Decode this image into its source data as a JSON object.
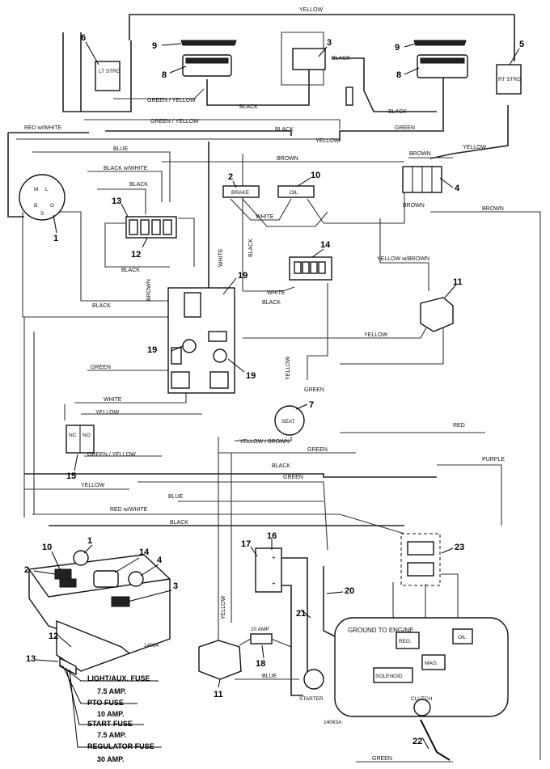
{
  "wires": {
    "yellow_top": "YELLOW",
    "black_sw3": "BLACK",
    "green_yellow_1": "GREEN / YELLOW",
    "black_1": "BLACK",
    "black_2": "BLACK",
    "green_yellow_2": "GREEN / YELLOW",
    "green_1": "GREEN",
    "red_white_1": "RED w/WHITE",
    "black_3": "BLACK",
    "yellow_1": "YELLOW",
    "yellow_2": "YELLOW",
    "blue_1": "BLUE",
    "brown_1": "BROWN",
    "brown_2": "BROWN",
    "black_white": "BLACK w/WHITE",
    "brown_3": "BROWN",
    "brown_4": "BROWN",
    "black_4": "BLACK",
    "white_1": "WHITE",
    "black_5": "BLACK",
    "white_2": "WHITE",
    "black_6": "BLACK",
    "yellow_brown_1": "YELLOW w/BROWN",
    "brown_5": "BROWN",
    "black_7": "BLACK",
    "white_3": "WHITE",
    "black_8": "BLACK",
    "yellow_3": "YELLOW",
    "yellow_4": "YELLOW",
    "green_2": "GREEN",
    "green_3": "GREEN",
    "white_4": "WHITE",
    "yellow_5": "YELLOW",
    "yellow_brown_2": "YELLOW / BROWN",
    "green_4": "GREEN",
    "green_yellow_3": "GREEN / YELLOW",
    "red_1": "RED",
    "purple_1": "PURPLE",
    "black_9": "BLACK",
    "green_5": "GREEN",
    "yellow_6": "YELLOW",
    "blue_2": "BLUE",
    "red_white_2": "RED w/WHITE",
    "black_10": "BLACK",
    "yellow_7": "YELLOW",
    "blue_3": "BLUE",
    "green_6": "GREEN"
  },
  "components": {
    "sw6_text": "LT STRG",
    "sw5_text": "RT STRG",
    "brake_text": "BRAKE",
    "oil_text": "OIL",
    "seat_text": "SEAT",
    "starter_text": "STARTER",
    "ground_text": "GROUND TO ENGINE",
    "reg_text": "REG.",
    "mag_text": "MAG.",
    "oil2_text": "OIL",
    "solenoid_text": "SOLENOID",
    "clutch_text": "CLUTCH",
    "fuse_amp_text": "20 AMP",
    "nc_text": "NC",
    "no_text": "NO",
    "sw1_pins": [
      "M",
      "L",
      "B",
      "G",
      "S"
    ]
  },
  "callouts": {
    "n1": "1",
    "n2": "2",
    "n3": "3",
    "n4": "4",
    "n5": "5",
    "n6": "6",
    "n7": "7",
    "n8a": "8",
    "n8b": "8",
    "n9a": "9",
    "n9b": "9",
    "n10": "10",
    "n11a": "11",
    "n11b": "11",
    "n12": "12",
    "n13": "13",
    "n14": "14",
    "n15": "15",
    "n16": "16",
    "n17": "17",
    "n18": "18",
    "n19a": "19",
    "n19b": "19",
    "n19c": "19",
    "n20": "20",
    "n21": "21",
    "n22": "22",
    "n23": "23",
    "in1": "1",
    "in2": "2",
    "in3": "3",
    "in4": "4",
    "in10": "10",
    "in12": "12",
    "in13": "13",
    "in14": "14"
  },
  "fuses": {
    "f1": "LIGHT/AUX. FUSE",
    "f1a": "7.5 AMP.",
    "f2": "PTO FUSE",
    "f2a": "10 AMP.",
    "f3": "START FUSE",
    "f3a": "7.5 AMP.",
    "f4": "REGULATOR FUSE",
    "f4a": "30 AMP."
  },
  "refs": {
    "inset_ref": "14084",
    "diagram_ref": "14083A"
  }
}
